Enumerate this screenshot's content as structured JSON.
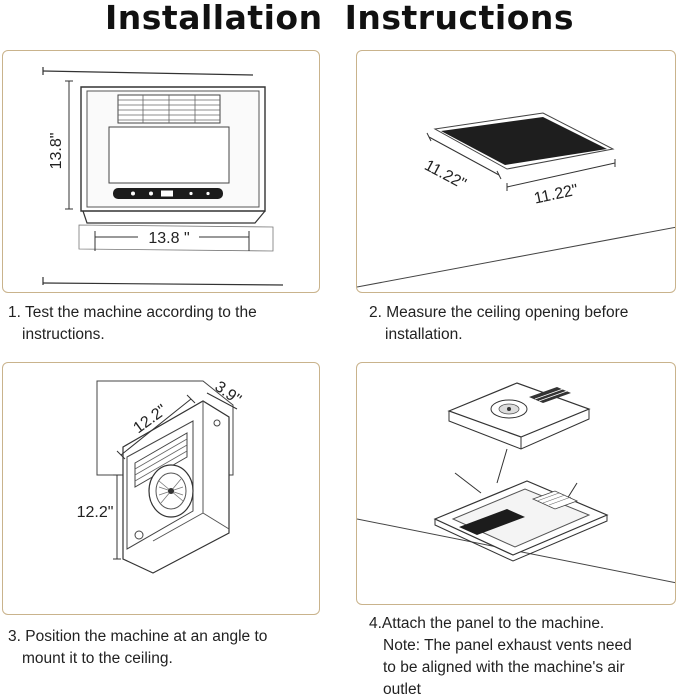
{
  "title": "Installation  Instructions",
  "dimensions": {
    "s1_height": "13.8\"",
    "s1_width": "13.8 \"",
    "s2_left": "11.22\"",
    "s2_bottom": "11.22\"",
    "s3_top": "12.2\"",
    "s3_depth": "3.9\"",
    "s3_side": "12.2\""
  },
  "steps": [
    {
      "lines": [
        "1. Test the machine according to the",
        "instructions."
      ]
    },
    {
      "lines": [
        "2. Measure the ceiling opening before",
        "installation."
      ]
    },
    {
      "lines": [
        "3. Position the machine at an angle to",
        "mount it to the ceiling."
      ]
    },
    {
      "lines": [
        "4.Attach the panel to the machine.",
        "Note: The panel exhaust vents need",
        "to be aligned with the machine's air",
        "outlet"
      ]
    }
  ],
  "colors": {
    "panel_border": "#c9b38c",
    "opening_fill": "#1e1e1e",
    "line": "#333333"
  },
  "icons": [
    "fan-icon",
    "vent-grille-icon",
    "control-strip-icon"
  ]
}
